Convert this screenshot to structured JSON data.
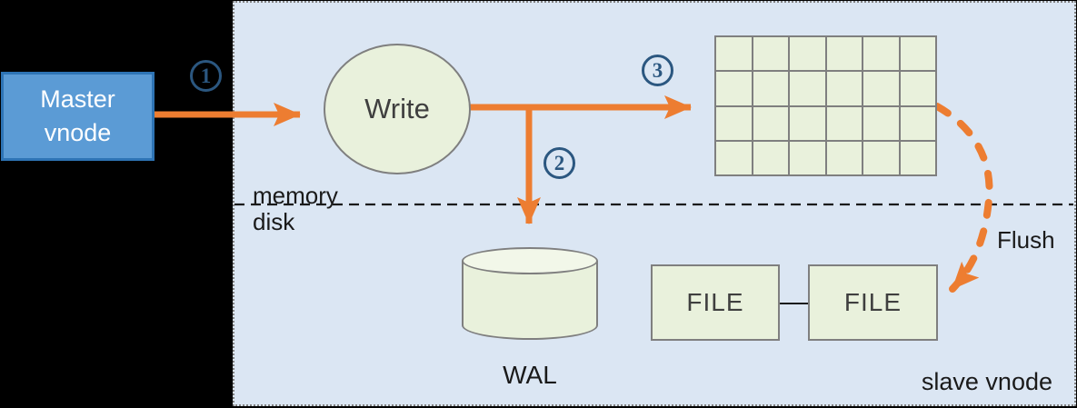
{
  "nodes": {
    "master": {
      "label": "Master vnode"
    },
    "write": {
      "label": "Write"
    },
    "wal": {
      "label": "WAL"
    },
    "file1": {
      "label": "FILE"
    },
    "file2": {
      "label": "FILE"
    }
  },
  "steps": [
    {
      "number": "1"
    },
    {
      "number": "2"
    },
    {
      "number": "3"
    }
  ],
  "labels": {
    "memory": "memory",
    "disk": "disk",
    "flush": "Flush",
    "slave_vnode": "slave vnode"
  },
  "memtable_grid": {
    "rows": 4,
    "cols": 6
  },
  "colors": {
    "arrow_orange": "#ED7D31",
    "panel_blue": "#DBE6F3",
    "shape_green": "#E9F1DC",
    "shape_border_gray": "#7F7F7F",
    "master_blue": "#5B9BD5",
    "master_border_blue": "#2E74B5",
    "step_badge_navy": "#2B5780",
    "background_black": "#000000"
  }
}
